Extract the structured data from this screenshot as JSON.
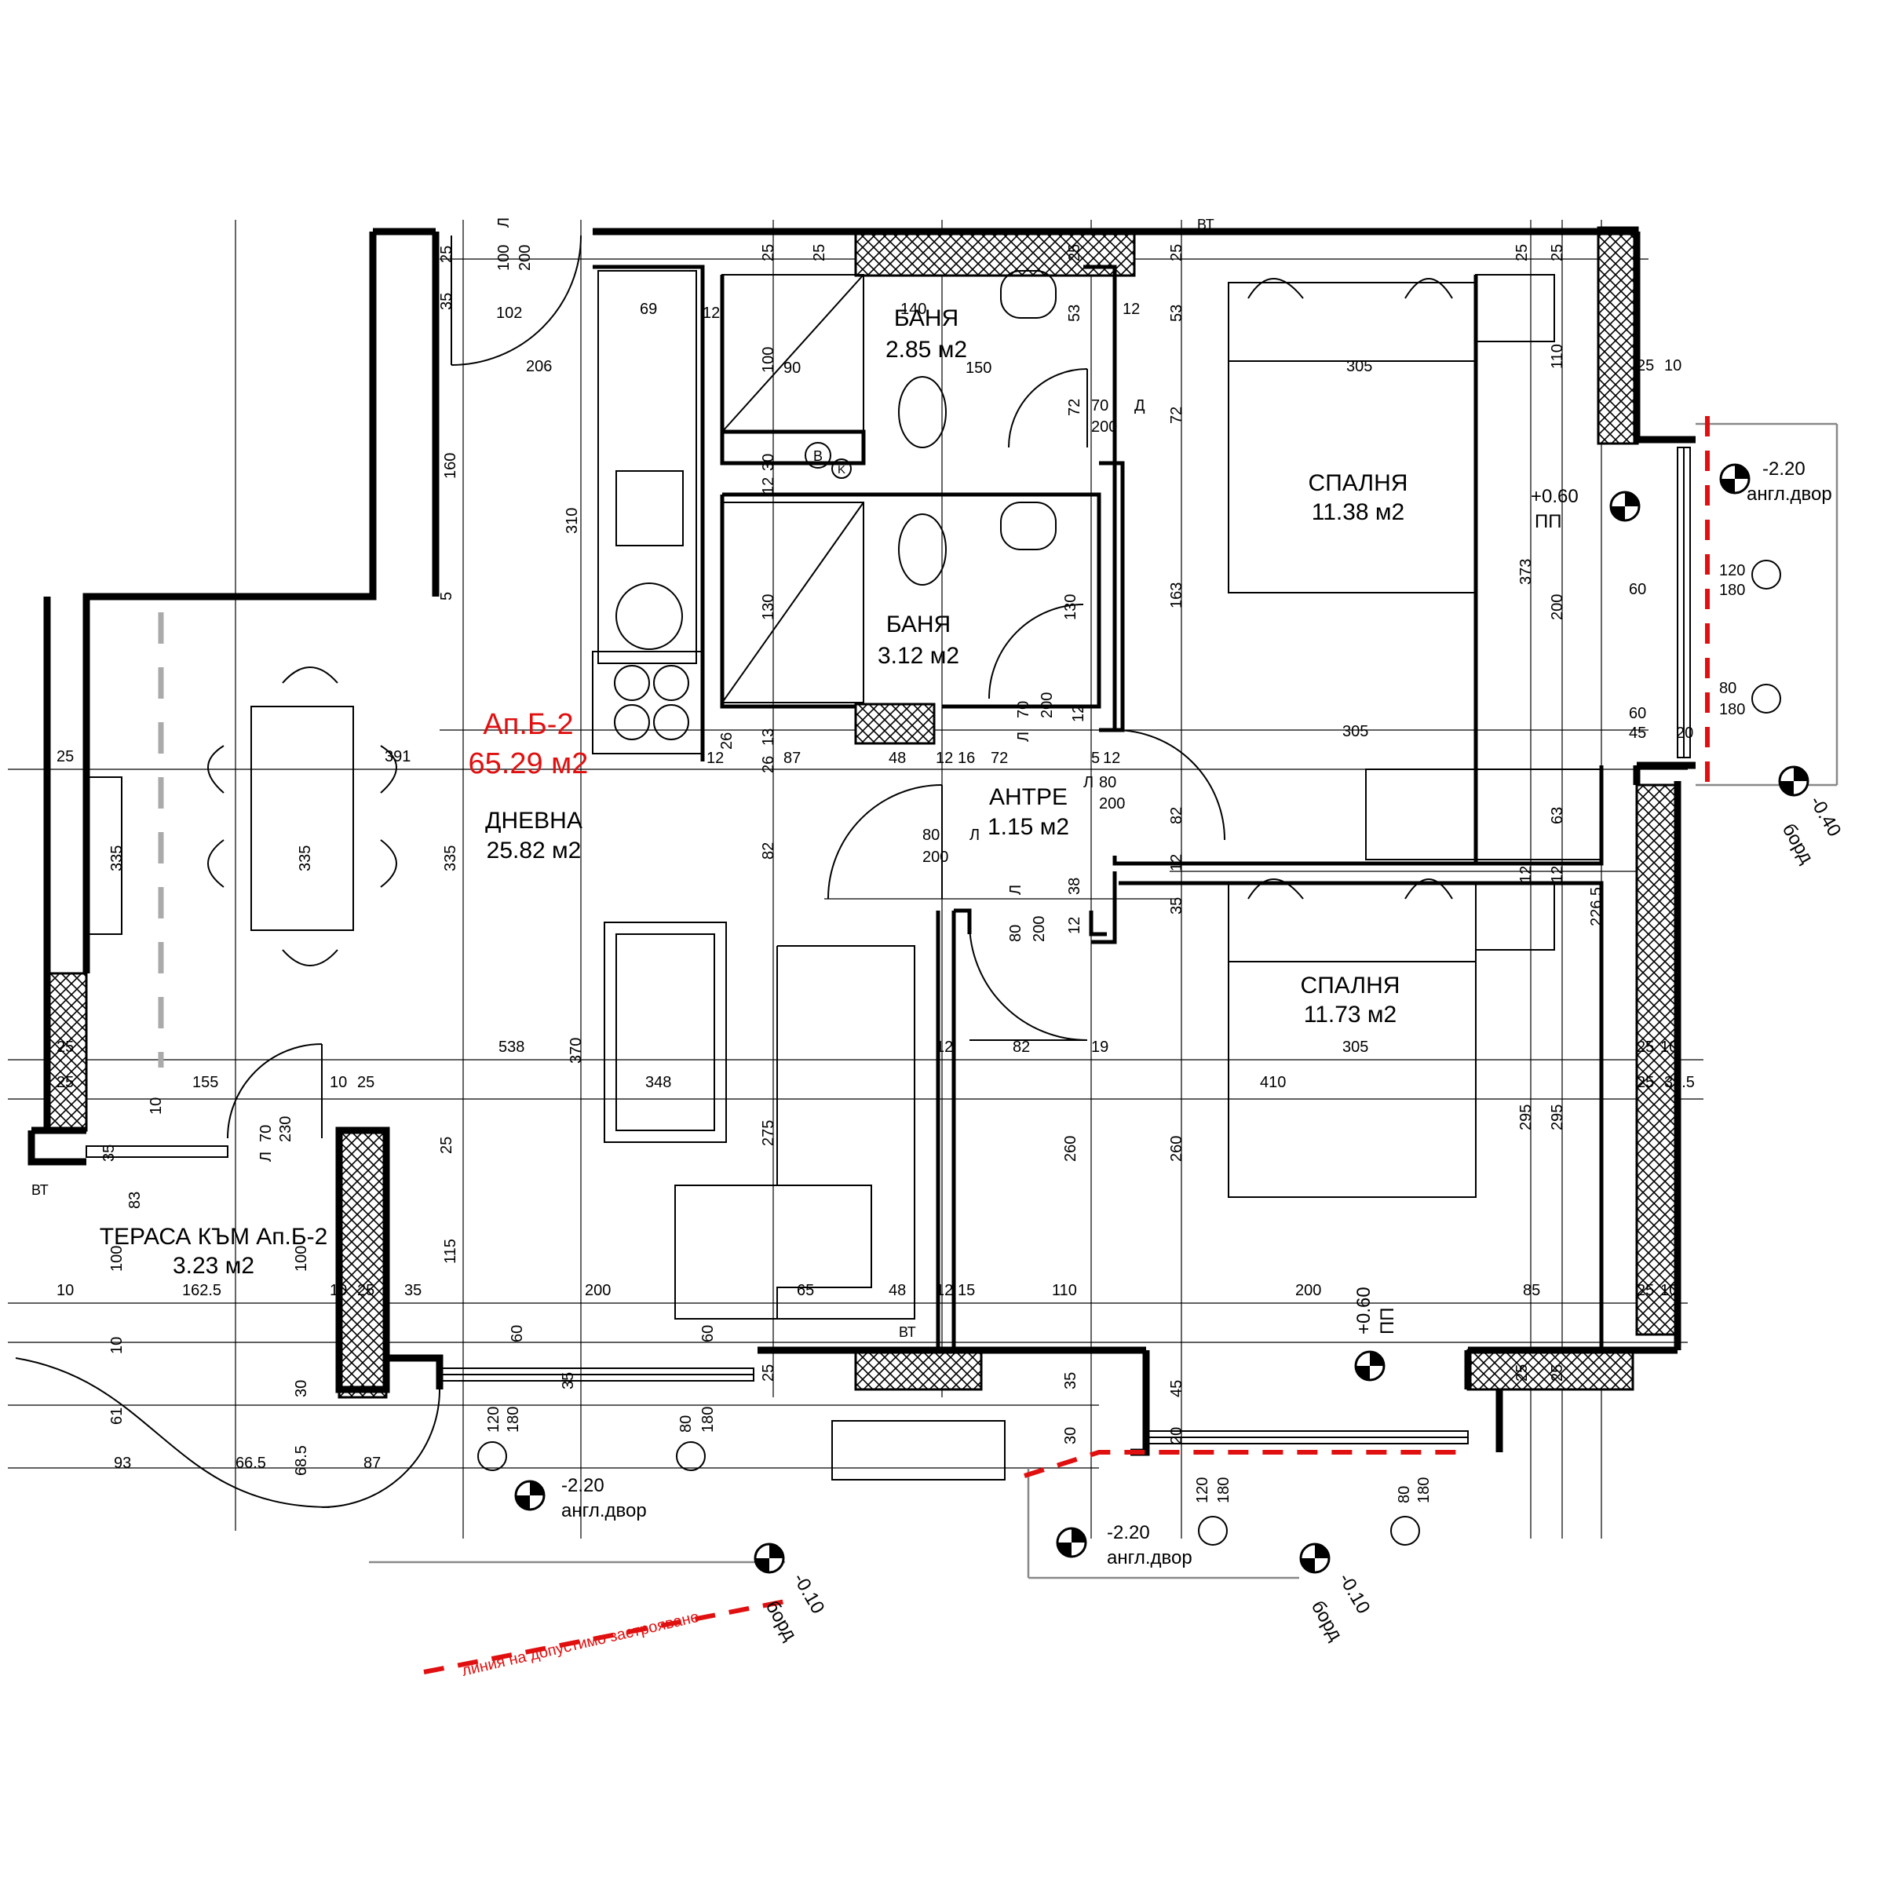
{
  "apartment": {
    "name": "Ап.Б-2",
    "area": "65.29 м2",
    "accent_color": "#e01010"
  },
  "rooms": {
    "bath_top": {
      "name": "БАНЯ",
      "area": "2.85 м2"
    },
    "bath_mid": {
      "name": "БАНЯ",
      "area": "3.12 м2"
    },
    "living": {
      "name": "ДНЕВНА",
      "area": "25.82 м2"
    },
    "hall": {
      "name": "АНТРЕ",
      "area": "1.15 м2"
    },
    "bedroom_1": {
      "name": "СПАЛНЯ",
      "area": "11.38 м2"
    },
    "bedroom_2": {
      "name": "СПАЛНЯ",
      "area": "11.73 м2"
    },
    "terrace": {
      "name": "ТЕРАСА КЪМ Ап.Б-2",
      "area": "3.23 м2"
    }
  },
  "levels": {
    "yard_right": {
      "value": "-2.20",
      "label": "англ.двор"
    },
    "yard_bottom_left": {
      "value": "-2.20",
      "label": "англ.двор"
    },
    "yard_bottom_mid": {
      "value": "-2.20",
      "label": "англ.двор"
    },
    "floor_bedroom": {
      "value": "+0.60",
      "label": "ПП"
    },
    "floor_bottom": {
      "value": "+0.60",
      "label": "ПП"
    },
    "curb_right": {
      "value": "-0.40",
      "label": "борд"
    },
    "curb_left": {
      "value": "-0.10",
      "label": "борд"
    },
    "curb_mid": {
      "value": "-0.10",
      "label": "борд"
    }
  },
  "build_line_label": "линия на допустимо застрояване",
  "fixtures": {
    "boiler": "B",
    "k": "K",
    "vt_1": "ВТ",
    "vt_2": "ВТ",
    "vt_3": "ВТ"
  },
  "doors": {
    "d1": {
      "w": "100",
      "side": "Л",
      "h": "200"
    },
    "d2": {
      "w": "70",
      "side": "Д",
      "h": "200"
    },
    "d3": {
      "w": "70",
      "side": "Л",
      "h": "200"
    },
    "d4": {
      "w": "80",
      "side": "Л",
      "h": "200"
    },
    "d5": {
      "w": "80",
      "side": "Л",
      "h": "200"
    },
    "d6": {
      "w": "80",
      "side": "Л",
      "h": "200"
    },
    "d7": {
      "w": "70",
      "side": "Л",
      "h": "230"
    }
  },
  "windows": {
    "w1": {
      "w": "120",
      "h": "180"
    },
    "w2": {
      "w": "80",
      "h": "180"
    },
    "w3": {
      "w": "120",
      "h": "180"
    },
    "w4": {
      "w": "80",
      "h": "180"
    },
    "w5": {
      "w": "120",
      "h": "180"
    },
    "w6": {
      "w": "80",
      "h": "180"
    }
  },
  "dims": {
    "a1": "25",
    "a2": "35",
    "a3": "102",
    "a4": "206",
    "a5": "160",
    "a6": "5",
    "a7": "310",
    "a8": "69",
    "a9": "12",
    "a10": "25",
    "a11": "25",
    "a12": "25",
    "a13": "140",
    "a14": "150",
    "a15": "90",
    "a16": "100",
    "a17": "30",
    "a18": "12",
    "a19": "53",
    "a20": "53",
    "a21": "72",
    "a22": "72",
    "a23": "12",
    "a24": "25",
    "a25": "305",
    "a26": "110",
    "a27": "25",
    "a28": "25",
    "a29": "25",
    "a30": "10",
    "b1": "130",
    "b2": "130",
    "b3": "163",
    "b4": "373",
    "b5": "200",
    "b6": "60",
    "b7": "60",
    "b8": "45",
    "b9": "20",
    "b10": "305",
    "c1": "25",
    "c2": "391",
    "c3": "335",
    "c4": "335",
    "c5": "335",
    "c6": "26",
    "c7": "26",
    "c8": "13",
    "c9": "12",
    "c10": "87",
    "c11": "48",
    "c12": "12",
    "c13": "16",
    "c14": "72",
    "c15": "5",
    "c16": "12",
    "c17": "82",
    "c18": "82",
    "c19": "12",
    "c20": "63",
    "d_1": "35",
    "d_2": "38",
    "d_3": "12",
    "d_4": "12",
    "d_5": "12",
    "d_6": "12",
    "d_7": "226.5",
    "e1": "538",
    "e2": "370",
    "e3": "348",
    "e4": "275",
    "e5": "82",
    "e6": "19",
    "e7": "12",
    "e8": "305",
    "e9": "410",
    "e10": "25",
    "e11": "10",
    "e12": "25",
    "e13": "33.5",
    "f1": "25",
    "f2": "25",
    "f3": "155",
    "f4": "10",
    "f5": "25",
    "f6": "10",
    "f7": "35",
    "f8": "25",
    "f9": "260",
    "f10": "260",
    "f11": "295",
    "f12": "295",
    "g1": "83",
    "g2": "100",
    "g3": "100",
    "g4": "162.5",
    "g5": "10",
    "g6": "10",
    "g7": "25",
    "g8": "35",
    "g9": "200",
    "g10": "65",
    "g11": "48",
    "g12": "12",
    "g13": "15",
    "g14": "110",
    "g15": "200",
    "g16": "85",
    "g17": "25",
    "g18": "10",
    "g19": "115",
    "h1": "10",
    "h2": "30",
    "h3": "60",
    "h4": "60",
    "h5": "35",
    "h6": "25",
    "h7": "35",
    "h8": "45",
    "h9": "25",
    "h10": "25",
    "h11": "20",
    "h12": "30",
    "i1": "61",
    "i2": "93",
    "i3": "66.5",
    "i4": "68.5",
    "i5": "87"
  }
}
